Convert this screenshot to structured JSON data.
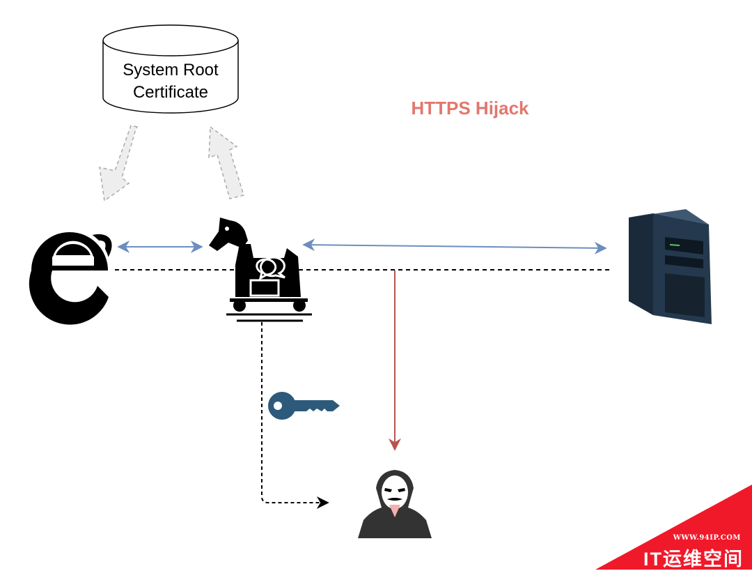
{
  "diagram": {
    "title": "HTTPS Hijack",
    "database": {
      "label_line1": "System Root",
      "label_line2": "Certificate"
    },
    "nodes": [
      "ie-browser-icon",
      "trojan-horse-icon",
      "server-icon",
      "key-icon",
      "hacker-icon"
    ],
    "colors": {
      "title": "#e2776d",
      "blue_arrow": "#6c8ebf",
      "red_arrow": "#b85450",
      "key": "#2d5a7b",
      "watermark_bg": "#f0192a"
    }
  },
  "watermark": {
    "url": "WWW.94IP.COM",
    "text": "IT运维空间"
  }
}
